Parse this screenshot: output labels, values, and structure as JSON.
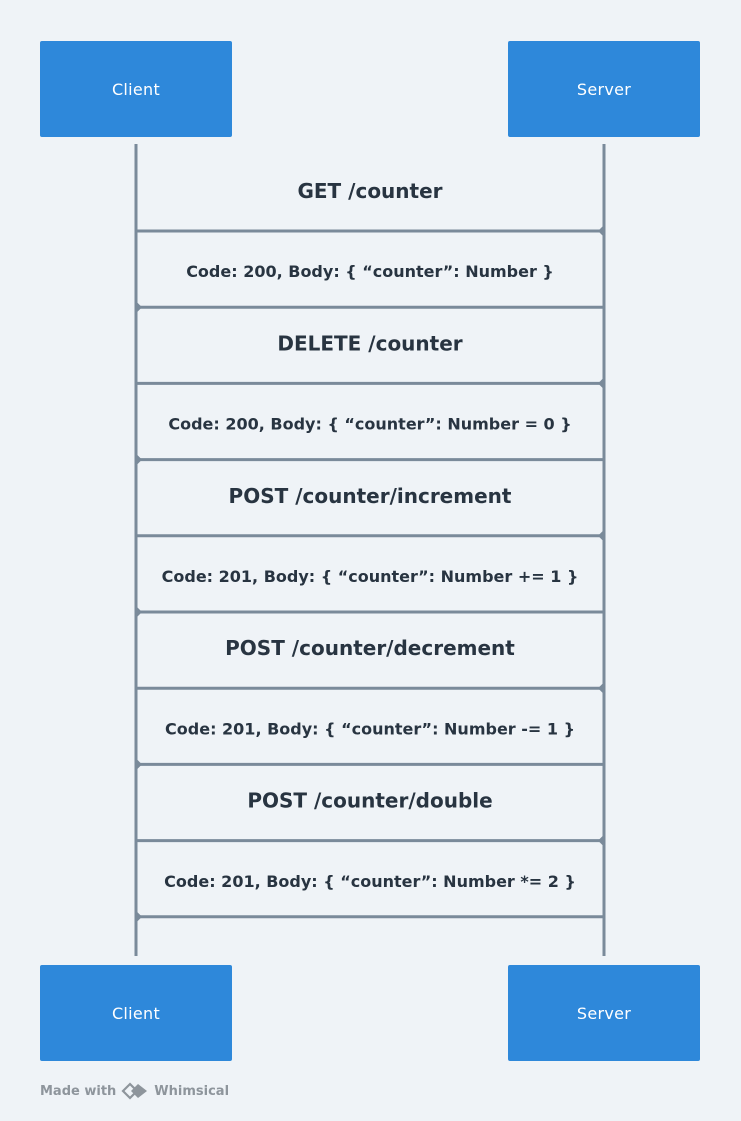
{
  "actors": {
    "top_left": "Client",
    "top_right": "Server",
    "bottom_left": "Client",
    "bottom_right": "Server"
  },
  "messages": [
    {
      "label": "GET /counter",
      "direction": "client-to-server",
      "kind": "request"
    },
    {
      "label": "Code: 200, Body: { “counter”: Number }",
      "direction": "server-to-client",
      "kind": "response"
    },
    {
      "label": "DELETE /counter",
      "direction": "client-to-server",
      "kind": "request"
    },
    {
      "label": "Code: 200, Body: { “counter”: Number  = 0 }",
      "direction": "server-to-client",
      "kind": "response"
    },
    {
      "label": "POST /counter/increment",
      "direction": "client-to-server",
      "kind": "request"
    },
    {
      "label": "Code: 201, Body: { “counter”: Number += 1 }",
      "direction": "server-to-client",
      "kind": "response"
    },
    {
      "label": "POST /counter/decrement",
      "direction": "client-to-server",
      "kind": "request"
    },
    {
      "label": "Code: 201, Body: { “counter”: Number -= 1 }",
      "direction": "server-to-client",
      "kind": "response"
    },
    {
      "label": "POST /counter/double",
      "direction": "client-to-server",
      "kind": "request"
    },
    {
      "label": "Code: 201, Body: { “counter”: Number *= 2 }",
      "direction": "server-to-client",
      "kind": "response"
    }
  ],
  "colors": {
    "background": "#eff3f7",
    "actor_fill": "#2e88da",
    "actor_text": "#ffffff",
    "lifeline": "#7a8a9a",
    "message_text": "#283441"
  },
  "footer": {
    "prefix": "Made with",
    "brand": "Whimsical",
    "logo_icon": "whimsical-logo-icon"
  }
}
